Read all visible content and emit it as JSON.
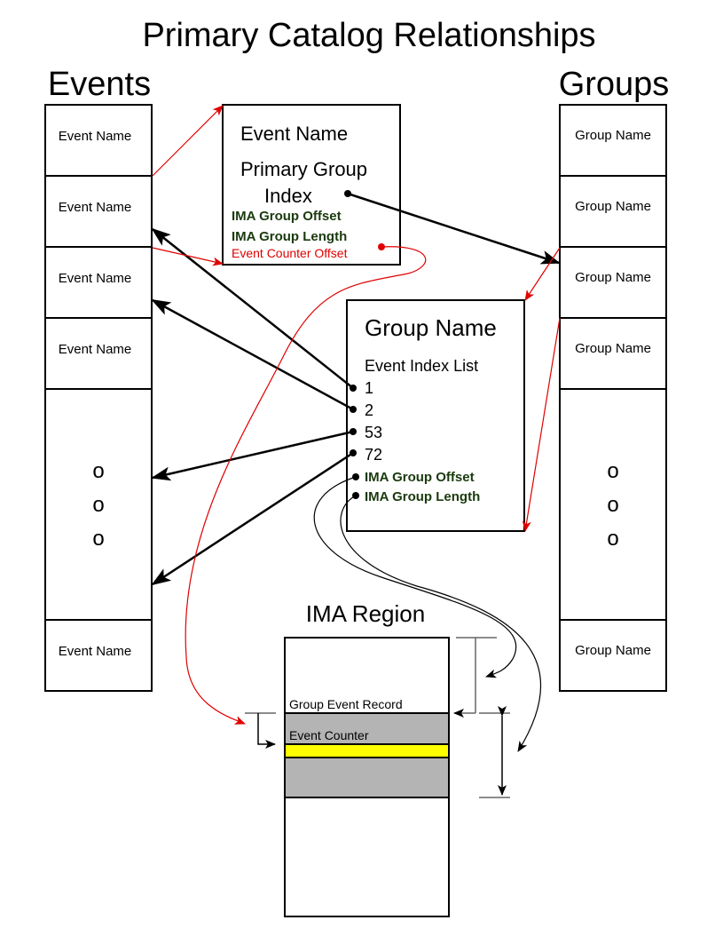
{
  "title": "Primary Catalog Relationships",
  "events_column": {
    "heading": "Events",
    "rows": [
      "Event Name",
      "Event Name",
      "Event Name",
      "Event Name",
      "o o o",
      "Event Name"
    ],
    "ellipsis": [
      "o",
      "o",
      "o"
    ]
  },
  "groups_column": {
    "heading": "Groups",
    "rows": [
      "Group Name",
      "Group Name",
      "Group Name",
      "Group Name",
      "o o o",
      "Group Name"
    ],
    "ellipsis": [
      "o",
      "o",
      "o"
    ]
  },
  "event_record": {
    "name": "Event Name",
    "primary_group_line1": "Primary Group",
    "primary_group_line2": "Index",
    "ima_offset": "IMA Group Offset",
    "ima_length": "IMA Group Length",
    "counter_offset": "Event Counter Offset"
  },
  "group_record": {
    "name": "Group Name",
    "list_label": "Event Index List",
    "indices": [
      "1",
      "2",
      "53",
      "72"
    ],
    "ima_offset": "IMA Group Offset",
    "ima_length": "IMA Group Length"
  },
  "ima_region": {
    "heading": "IMA Region",
    "group_event_record": "Group Event Record",
    "event_counter": "Event Counter"
  },
  "colors": {
    "red_link": "#e00000",
    "green_text": "#1a3a0e",
    "record_fill": "#b4b4b4",
    "counter_fill": "#ffff00"
  }
}
